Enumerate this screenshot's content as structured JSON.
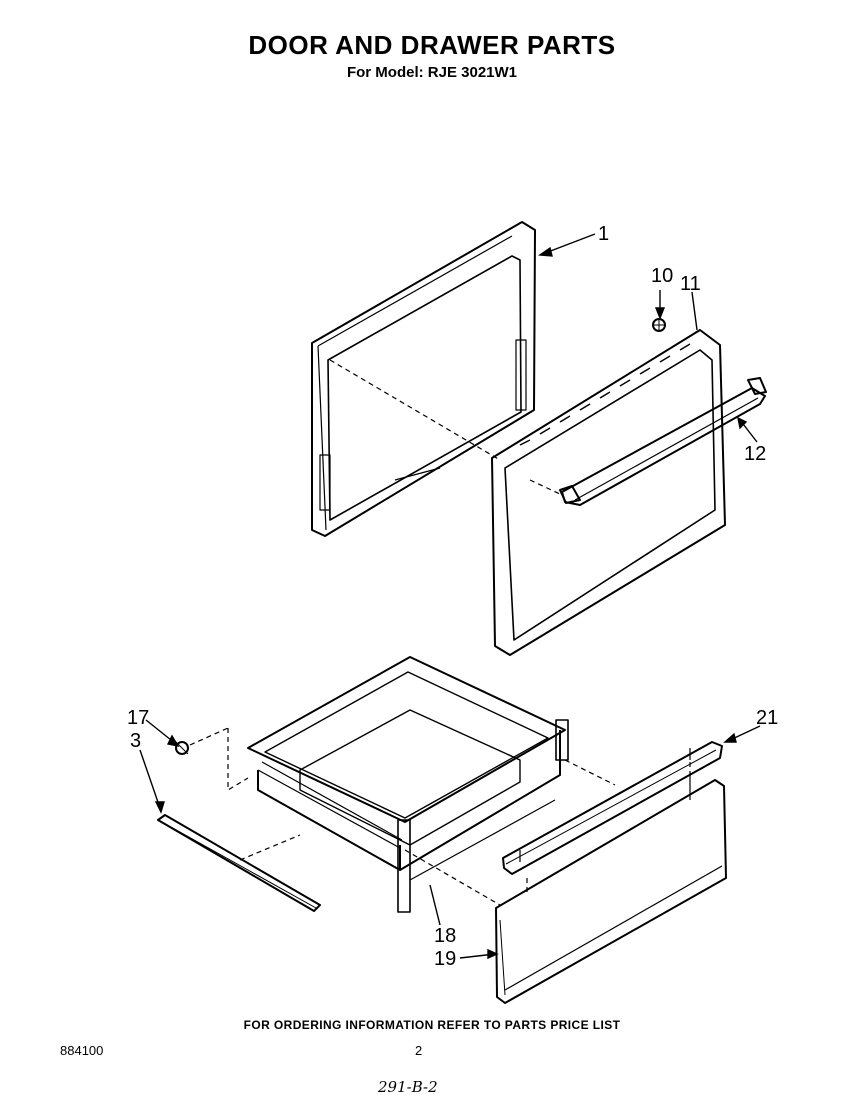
{
  "header": {
    "title": "DOOR AND DRAWER PARTS",
    "subtitle": "For Model: RJE 3021W1"
  },
  "callouts": {
    "c1": "1",
    "c10": "10",
    "c11": "11",
    "c12": "12",
    "c17": "17",
    "c3": "3",
    "c21": "21",
    "c18": "18",
    "c19": "19"
  },
  "footer": {
    "ordering_note": "FOR ORDERING INFORMATION REFER TO PARTS PRICE LIST",
    "doc_number": "884100",
    "page_number": "2",
    "handwritten_code": "291-B-2"
  }
}
